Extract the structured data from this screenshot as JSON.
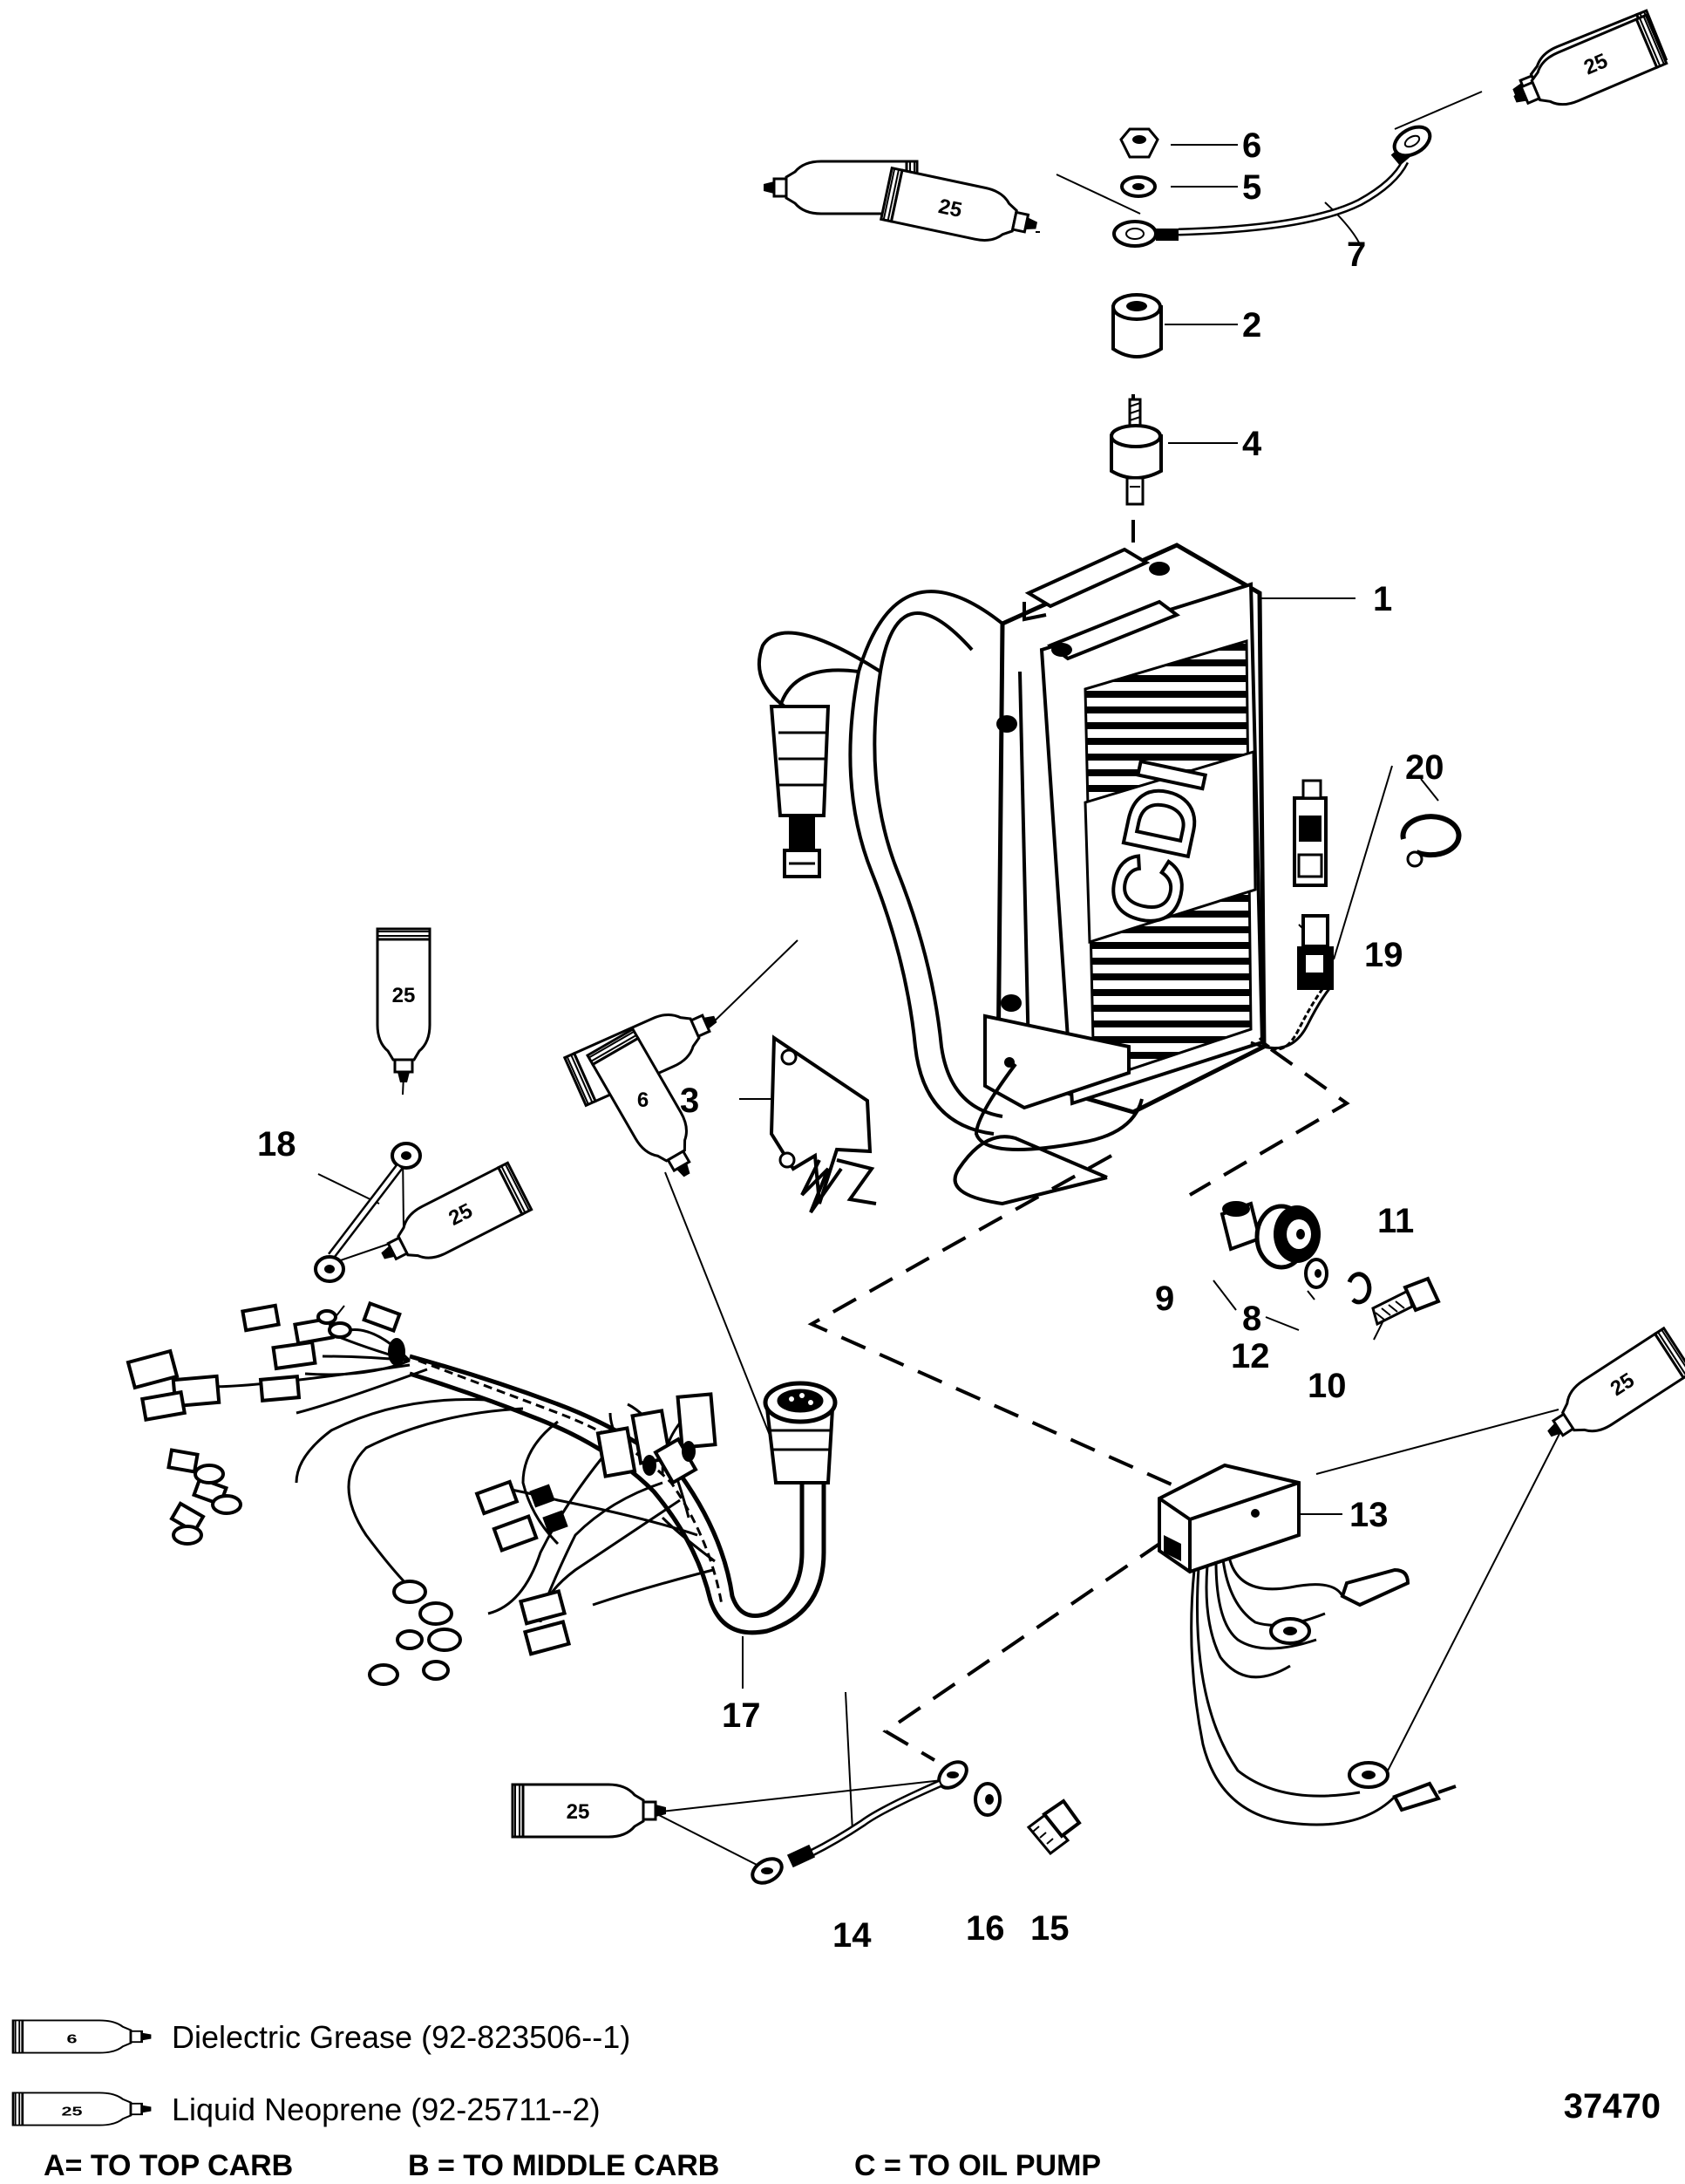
{
  "callouts": {
    "c1": "1",
    "c2": "2",
    "c3": "3",
    "c4": "4",
    "c5": "5",
    "c6": "6",
    "c7": "7",
    "c8": "8",
    "c9": "9",
    "c10": "10",
    "c11": "11",
    "c12": "12",
    "c13": "13",
    "c14": "14",
    "c15": "15",
    "c16": "16",
    "c17": "17",
    "c18": "18",
    "c19": "19",
    "c20": "20"
  },
  "tubes": {
    "grease": "6",
    "neoprene": "25"
  },
  "legend": {
    "grease": "Dielectric Grease (92-823506--1)",
    "neoprene": "Liquid Neoprene (92-25711--2)"
  },
  "figure_id": "37470",
  "notes": {
    "a": "A= TO TOP CARB",
    "b": "B = TO MIDDLE CARB",
    "c": "C = TO OIL PUMP"
  },
  "module_logo": "CDI",
  "colors": {
    "ink": "#000000",
    "paper": "#ffffff"
  }
}
